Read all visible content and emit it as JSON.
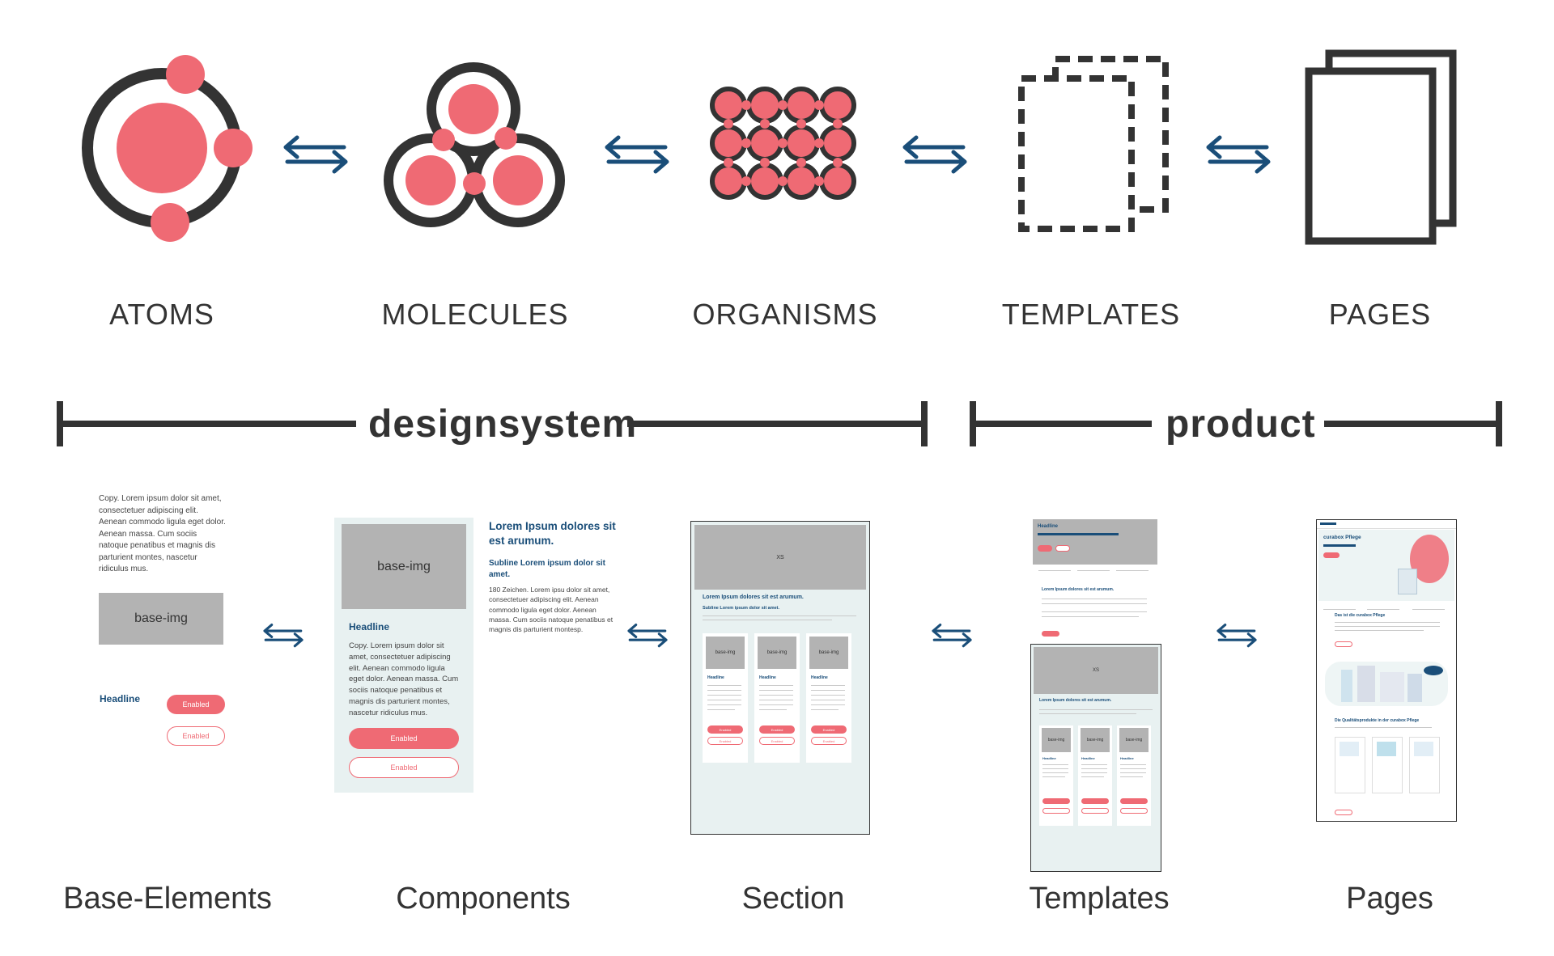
{
  "top_labels": [
    "ATOMS",
    "MOLECULES",
    "ORGANISMS",
    "TEMPLATES",
    "PAGES"
  ],
  "brackets": {
    "designsystem": "designsystem",
    "product": "product"
  },
  "bottom_labels": [
    "Base-Elements",
    "Components",
    "Section",
    "Templates",
    "Pages"
  ],
  "base_elements": {
    "copy": "Copy. Lorem ipsum dolor sit amet, consectetuer adipiscing elit. Aenean commodo ligula eget dolor. Aenean massa. Cum sociis natoque penatibus et magnis dis parturient montes, nascetur ridiculus mus.",
    "img": "base-img",
    "headline": "Headline",
    "btn_filled": "Enabled",
    "btn_outline": "Enabled"
  },
  "components": {
    "img": "base-img",
    "headline": "Headline",
    "copy": "Copy. Lorem ipsum dolor sit amet, consectetuer adipiscing elit. Aenean commodo ligula eget dolor. Aenean massa. Cum sociis natoque penatibus et magnis dis parturient montes, nascetur ridiculus mus.",
    "btn_filled": "Enabled",
    "btn_outline": "Enabled",
    "text_headline": "Lorem Ipsum dolores sit est arumum.",
    "text_subline": "Subline Lorem ipsum dolor sit amet.",
    "text_copy": "180 Zeichen. Lorem ipsu dolor sit amet, consectetuer adipiscing elit. Aenean commodo ligula eget dolor. Aenean massa. Cum sociis natoque penatibus et magnis dis parturient montesp."
  },
  "section": {
    "hero": "XS",
    "headline": "Lorem Ipsum dolores sit est arumum.",
    "subline": "Subline Lorem ipsum dolor sit amet.",
    "cards": [
      {
        "img": "base-img",
        "headline": "Headline",
        "btn_filled": "Enabled",
        "btn_outline": "Enabled"
      },
      {
        "img": "base-img",
        "headline": "Headline",
        "btn_filled": "Enabled",
        "btn_outline": "Enabled"
      },
      {
        "img": "base-img",
        "headline": "Headline",
        "btn_filled": "Enabled",
        "btn_outline": "Enabled"
      }
    ]
  },
  "templates": {
    "hero_headline": "Headline",
    "section_headline": "Lorem Ipsum dolores sit est arumum.",
    "hero2": "XS",
    "section2_headline": "Lorem Ipsum dolores sit est arumum.",
    "cards": [
      {
        "img": "base-img",
        "headline": "Headline"
      },
      {
        "img": "base-img",
        "headline": "Headline"
      },
      {
        "img": "base-img",
        "headline": "Headline"
      }
    ]
  },
  "pages": {
    "hero_title": "curabox Pflege",
    "section1": "Das ist die curabox Pflege",
    "section2": "Die Qualitätsprodukte in der curabox Pflege"
  },
  "colors": {
    "coral": "#ef6a74",
    "dark": "#333333",
    "navy": "#1a4e79",
    "gray": "#b3b3b3",
    "mint": "#e8f1f1"
  }
}
